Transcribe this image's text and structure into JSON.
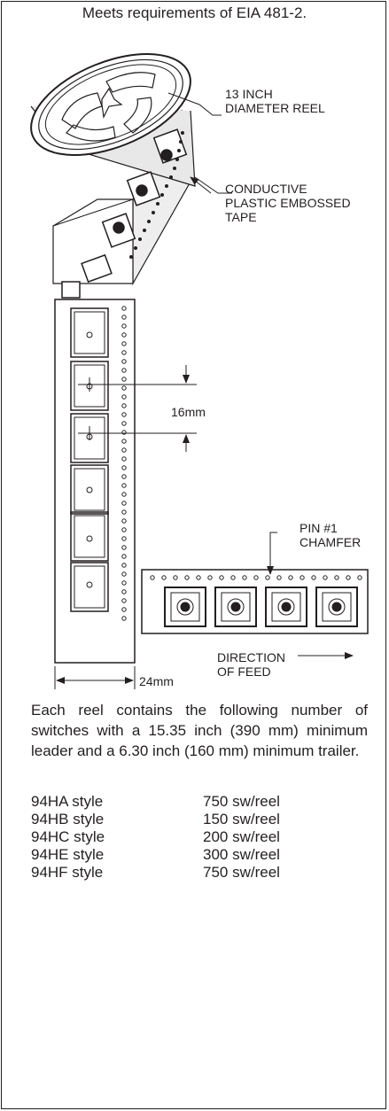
{
  "header": {
    "text": "Meets requirements of EIA 481-2."
  },
  "callouts": {
    "reel": "13 INCH\nDIAMETER REEL",
    "tape": "CONDUCTIVE\nPLASTIC EMBOSSED\nTAPE",
    "pitch": "16mm",
    "pin": "PIN #1\nCHAMFER",
    "direction": "DIRECTION\nOF FEED",
    "width": "24mm"
  },
  "description": "Each reel contains the following number of switches with a 15.35 inch (390 mm) minimum leader and a 6.30 inch (160 mm) minimum trailer.",
  "reel_table": [
    {
      "style": "94HA style",
      "qty": "750 sw/reel"
    },
    {
      "style": "94HB style",
      "qty": "150 sw/reel"
    },
    {
      "style": "94HC style",
      "qty": "200 sw/reel"
    },
    {
      "style": "94HE style",
      "qty": "300 sw/reel"
    },
    {
      "style": "94HF style",
      "qty": "750 sw/reel"
    }
  ]
}
